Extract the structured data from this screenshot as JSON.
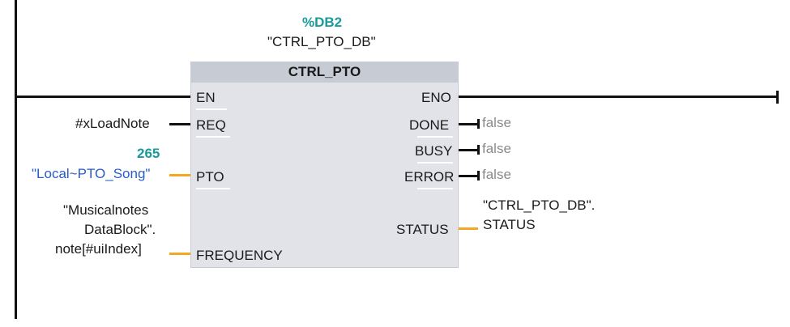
{
  "instance_db": {
    "address": "%DB2",
    "name": "\"CTRL_PTO_DB\""
  },
  "block": {
    "title": "CTRL_PTO"
  },
  "inputs": {
    "en": "EN",
    "req": "REQ",
    "pto": "PTO",
    "frequency": "FREQUENCY"
  },
  "outputs": {
    "eno": "ENO",
    "done": "DONE",
    "busy": "BUSY",
    "error": "ERROR",
    "status": "STATUS"
  },
  "input_values": {
    "req": "#xLoadNote",
    "pto_value": "265",
    "pto": "\"Local~PTO_Song\"",
    "frequency_line1": "\"Musicalnotes",
    "frequency_line2": "DataBlock\".",
    "frequency_line3": "note[#uiIndex]"
  },
  "output_values": {
    "done": "false",
    "busy": "false",
    "error": "false",
    "status_line1": "\"CTRL_PTO_DB\".",
    "status_line2": "STATUS"
  },
  "colors": {
    "teal": "#1a9a9a",
    "orange": "#f5a623",
    "blue": "#2a5cc5",
    "block": "#e1e3e8",
    "block_header": "#c7cbd3"
  }
}
